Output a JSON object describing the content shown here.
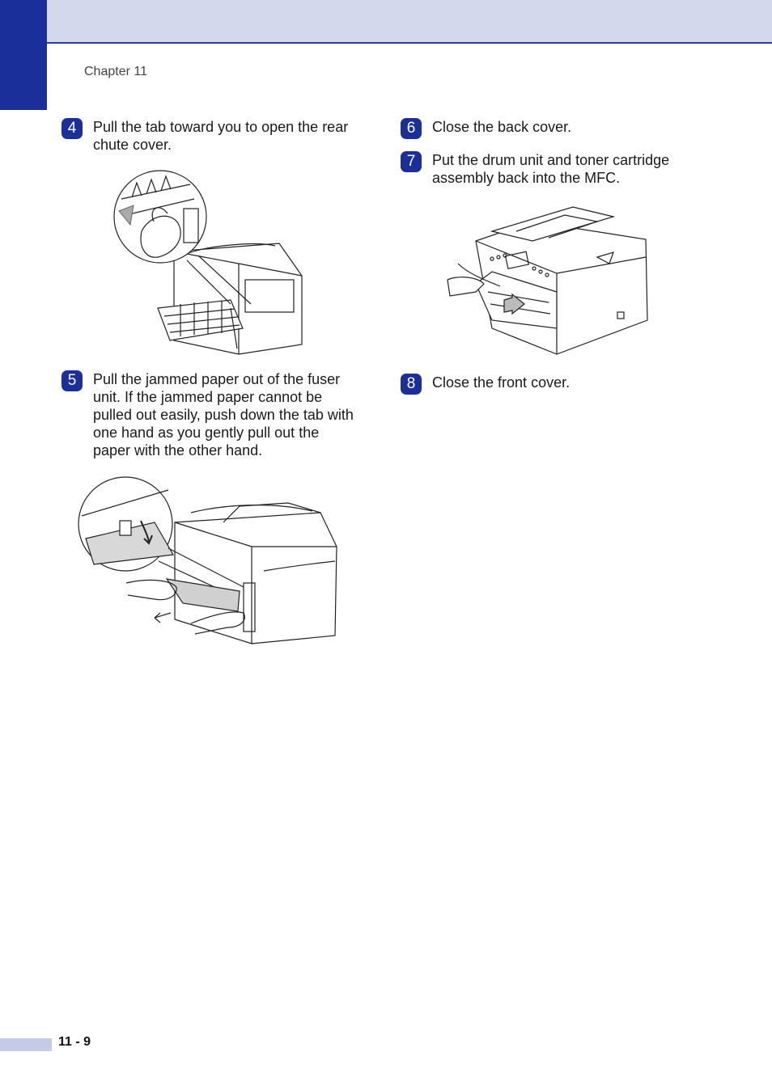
{
  "header": {
    "chapter": "Chapter 11"
  },
  "steps": [
    {
      "number": "4",
      "text": "Pull the tab toward you to open the rear chute cover."
    },
    {
      "number": "5",
      "text": "Pull the jammed paper out of the fuser unit. If the jammed paper cannot be pulled out easily, push down the tab with one hand as you gently pull out the paper with the other hand."
    },
    {
      "number": "6",
      "text": "Close the back cover."
    },
    {
      "number": "7",
      "text": "Put the drum unit and toner cartridge assembly back into the MFC."
    },
    {
      "number": "8",
      "text": "Close the front cover."
    }
  ],
  "footer": {
    "page_number": "11 - 9"
  },
  "colors": {
    "accent": "#1b2f9b",
    "band": "#d3d9ed"
  }
}
